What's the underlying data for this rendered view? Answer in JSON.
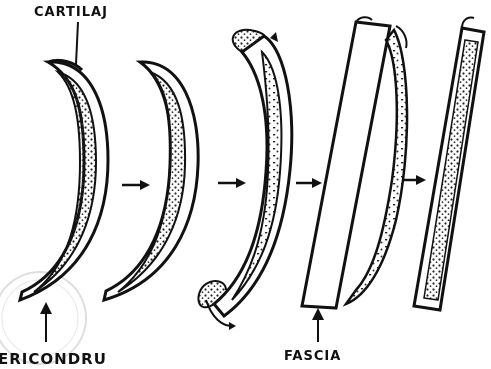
{
  "labels": {
    "cartilage": "CARTILAJ",
    "perichondrium": "ERICONDRU",
    "fascia": "FASCIA"
  },
  "steps": [
    {
      "name": "curved-cartilage-with-perichondrium"
    },
    {
      "name": "perichondrium-removed-one-side"
    },
    {
      "name": "perichondrium-peeled-ends"
    },
    {
      "name": "cartilage-wrapped-in-fascia"
    },
    {
      "name": "fascia-covered-graft"
    }
  ],
  "colors": {
    "ink": "#111111",
    "stipple": "#333333",
    "stamp": "#c9c2bf"
  }
}
